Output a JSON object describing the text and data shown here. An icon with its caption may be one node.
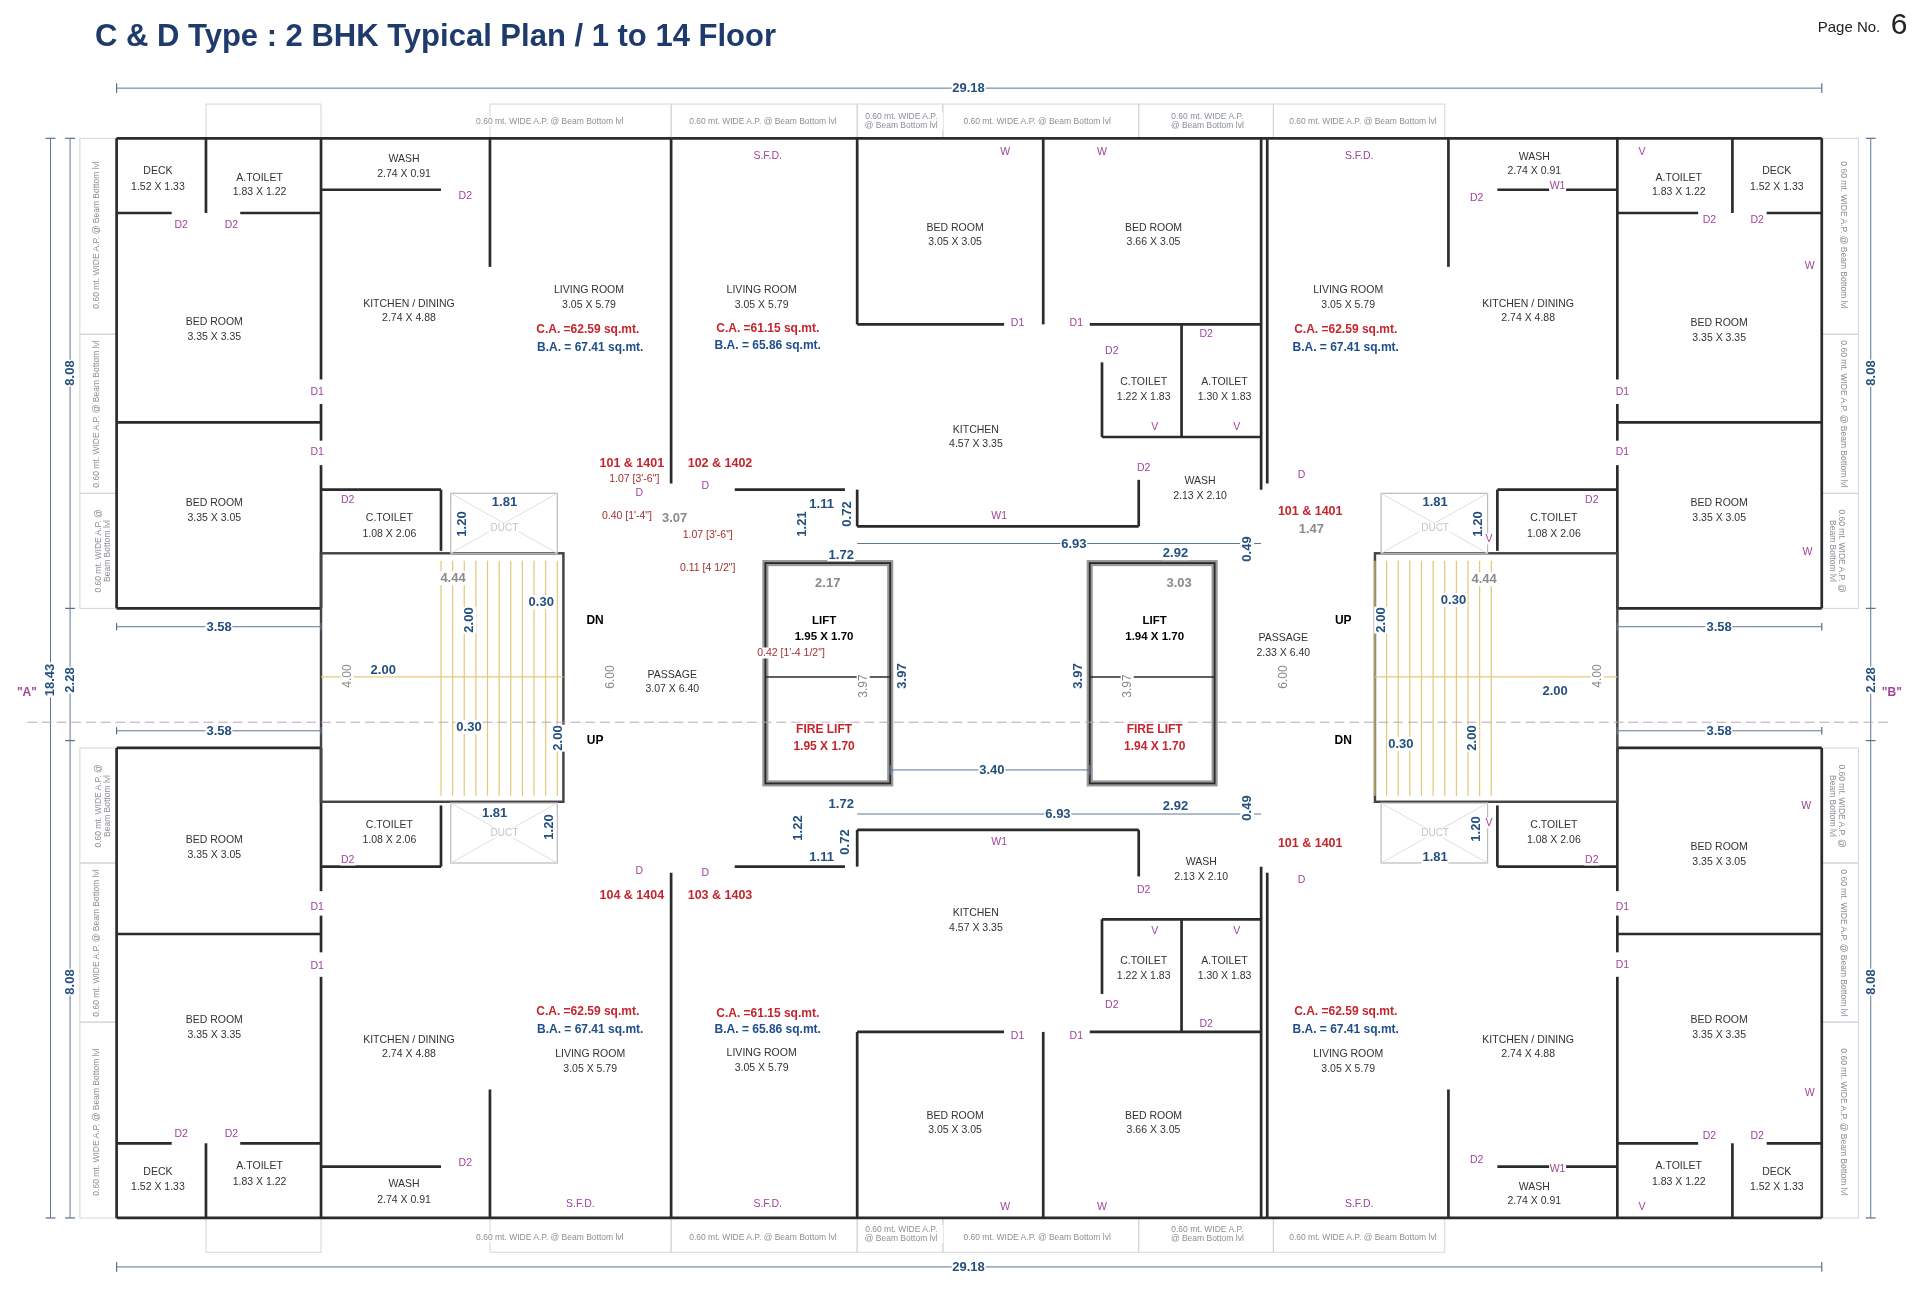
{
  "diagram": {
    "title": "C & D Type : 2 BHK Typical Plan / 1 to 14 Floor",
    "labels": [
      "Page No.",
      "6",
      "29.18",
      "0.60 mt. WIDE A.P. @ Beam Bottom lvl",
      "0.60 mt. WIDE A.P. @ Beam Bottom lvl",
      "0.60 mt. WIDE A.P. @ Beam Bottom lvl",
      "0.60 mt. WIDE A.P. @ Beam Bottom lvl",
      "0.60 mt. WIDE A.P. @ Beam Bottom lvl",
      "0.60 mt. WIDE A.P. @ Beam Bottom lvl",
      "0.60 mt. WIDE A.P. @ Beam Bottom lvl",
      "0.60 mt. WIDE A.P. @ Beam Bottom lvl",
      "0.60 mt. WIDE A.P. @ Beam Bottom lvl",
      "0.60 mt. WIDE A.P. @ Beam Bottom lvl",
      "0.60 mt. WIDE A.P. @ Beam Bottom lvl",
      "0.60 mt. WIDE A.P. @ Beam Bottom lvl",
      "8.08",
      "18.43",
      "2.28",
      "\"A\"",
      "8.08",
      "2.28",
      "\"B\"",
      "DECK",
      "1.52 X 1.33",
      "A.TOILET",
      "1.83 X 1.22",
      "WASH",
      "2.74 X 0.91",
      "D2",
      "D2",
      "D2",
      "KITCHEN / DINING",
      "2.74 X 4.88",
      "LIVING ROOM",
      "3.05 X 5.79",
      "BED ROOM",
      "3.35 X 3.35",
      "C.A. =62.59 sq.mt.",
      "B.A. = 67.41 sq.mt.",
      "D1",
      "D1",
      "101 & 1401",
      "1.07 [3'-6\"]",
      "D",
      "BED ROOM",
      "D2",
      "1.81",
      "3.35 X 3.05",
      "C.TOILET",
      "1.20",
      "DUCT",
      "0.40 [1'-4\"]",
      "3.07",
      "1.08 X 2.06",
      "4.44",
      "3.58",
      "2.00",
      "0.30",
      "DN",
      "2.00",
      "4.00",
      "6.00",
      "PASSAGE",
      "3.07 X 6.40",
      "S.F.D.",
      "W",
      "W",
      "BED ROOM",
      "3.05 X 3.05",
      "BED ROOM",
      "3.66 X 3.05",
      "LIVING ROOM",
      "3.05 X 5.79",
      "C.A. =61.15 sq.mt.",
      "B.A. = 65.86 sq.mt.",
      "D1",
      "D1",
      "D2",
      "D2",
      "C.TOILET",
      "1.22 X 1.83",
      "A.TOILET",
      "1.30 X 1.83",
      "KITCHEN",
      "V",
      "V",
      "4.57 X 3.35",
      "102 & 1402",
      "D2",
      "WASH",
      "2.13 X 2.10",
      "D",
      "1.11",
      "0.72",
      "W1",
      "1.21",
      "1.07 [3'-6\"]",
      "1.72",
      "6.93",
      "2.92",
      "0.49",
      "0.11 [4 1/2\"]",
      "2.17",
      "3.03",
      "LIFT",
      "LIFT",
      "1.95 X 1.70",
      "1.94 X 1.70",
      "PASSAGE",
      "0.42 [1'-4 1/2\"]",
      "2.33 X 6.40",
      "3.97",
      "3.97",
      "3.97",
      "3.97",
      "6.00",
      "FIRE LIFT",
      "1.95 X 1.70",
      "FIRE LIFT",
      "1.94 X 1.70",
      "3.40",
      "S.F.D.",
      "V",
      "WASH",
      "2.74 X 0.91",
      "DECK",
      "1.52 X 1.33",
      "A.TOILET",
      "1.83 X 1.22",
      "W1",
      "D2",
      "D2",
      "D2",
      "W",
      "LIVING ROOM",
      "3.05 X 5.79",
      "C.A. =62.59 sq.mt.",
      "B.A. = 67.41 sq.mt.",
      "KITCHEN / DINING",
      "2.74 X 4.88",
      "BED ROOM",
      "3.35 X 3.35",
      "D1",
      "D1",
      "D",
      "1.81",
      "D2",
      "BED ROOM",
      "101 & 1401",
      "C.TOILET",
      "3.35 X 3.05",
      "1.47",
      "DUCT",
      "1.20",
      "V",
      "1.08 X 2.06",
      "W",
      "UP",
      "2.00",
      "0.30",
      "4.44",
      "3.58",
      "4.00",
      "2.00",
      "3.58",
      "0.30",
      "2.00",
      "UP",
      "DN",
      "0.30",
      "2.00",
      "3.58",
      "0.60 mt. WIDE A.P. @ Beam Bottom lvl",
      "0.60 mt. WIDE A.P. @ Beam Bottom lvl",
      "0.60 mt. WIDE A.P. @ Beam Bottom lvl",
      "0.60 mt. WIDE A.P. @ Beam Bottom lvl",
      "0.60 mt. WIDE A.P. @ Beam Bottom lvl",
      "0.60 mt. WIDE A.P. @ Beam Bottom lvl",
      "8.08",
      "8.08",
      "1.81",
      "C.TOILET",
      "DUCT",
      "1.20",
      "BED ROOM",
      "1.08 X 2.06",
      "3.35 X 3.05",
      "D2",
      "D",
      "104 & 1404",
      "D1",
      "D1",
      "BED ROOM",
      "3.35 X 3.35",
      "KITCHEN / DINING",
      "2.74 X 4.88",
      "C.A. =62.59 sq.mt.",
      "B.A. = 67.41 sq.mt.",
      "LIVING ROOM",
      "3.05 X 5.79",
      "D2",
      "D2",
      "A.TOILET",
      "1.83 X 1.22",
      "D2",
      "DECK",
      "1.52 X 1.33",
      "WASH",
      "2.74 X 0.91",
      "S.F.D.",
      "1.72",
      "6.93",
      "2.92",
      "0.49",
      "1.22",
      "0.72",
      "W1",
      "1.11",
      "WASH",
      "D",
      "2.13 X 2.10",
      "103 & 1403",
      "D2",
      "KITCHEN",
      "4.57 X 3.35",
      "V",
      "V",
      "C.TOILET",
      "1.22 X 1.83",
      "A.TOILET",
      "1.30 X 1.83",
      "C.A. =61.15 sq.mt.",
      "B.A. = 65.86 sq.mt.",
      "D1",
      "D1",
      "D2",
      "D2",
      "LIVING ROOM",
      "3.05 X 5.79",
      "BED ROOM",
      "3.05 X 3.05",
      "BED ROOM",
      "3.66 X 3.05",
      "S.F.D.",
      "W",
      "W",
      "W",
      "DUCT",
      "1.20",
      "V",
      "C.TOILET",
      "101 & 1401",
      "1.08 X 2.06",
      "BED ROOM",
      "1.81",
      "D2",
      "3.35 X 3.05",
      "D",
      "D1",
      "D1",
      "C.A. =62.59 sq.mt.",
      "B.A. = 67.41 sq.mt.",
      "LIVING ROOM",
      "3.05 X 5.79",
      "KITCHEN / DINING",
      "2.74 X 4.88",
      "BED ROOM",
      "3.35 X 3.35",
      "W",
      "S.F.D.",
      "D2",
      "WASH",
      "2.74 X 0.91",
      "W1",
      "V",
      "A.TOILET",
      "1.83 X 1.22",
      "D2",
      "D2",
      "DECK",
      "1.52 X 1.33",
      "0.60 mt. WIDE A.P. @ Beam Bottom lvl",
      "0.60 mt. WIDE A.P. @ Beam Bottom lvl",
      "0.60 mt. WIDE A.P. @ Beam Bottom lvl",
      "0.60 mt. WIDE A.P. @ Beam Bottom lvl",
      "0.60 mt. WIDE A.P. @ Beam Bottom lvl",
      "0.60 mt. WIDE A.P. @ Beam Bottom lvl",
      "29.18"
    ]
  }
}
